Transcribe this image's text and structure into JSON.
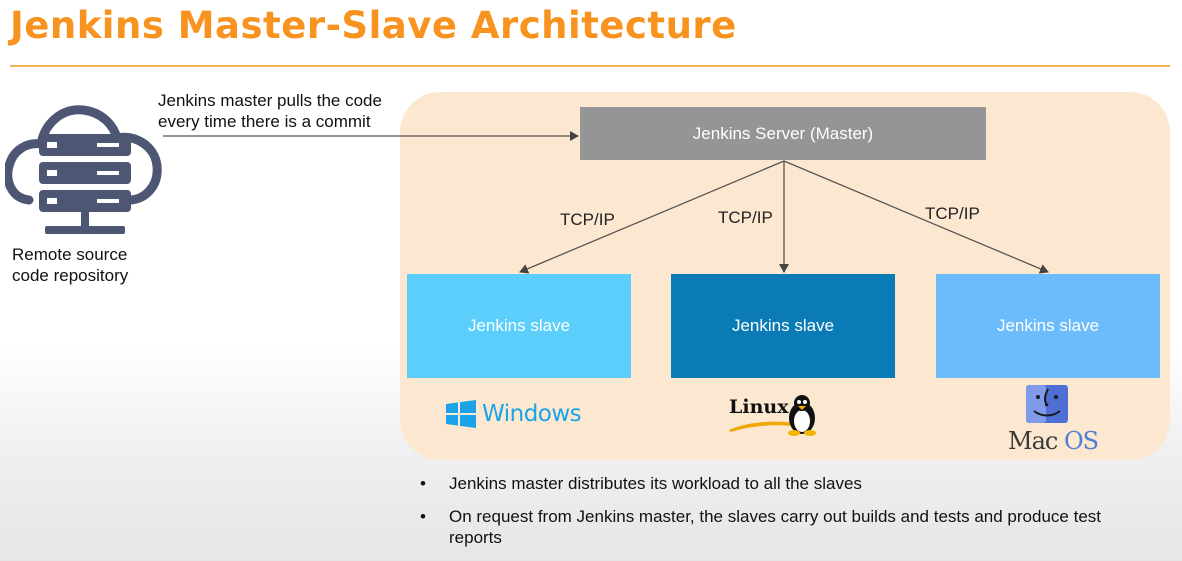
{
  "title": "Jenkins Master-Slave Architecture",
  "note": {
    "line1": "Jenkins master pulls the code",
    "line2": "every time there is a commit"
  },
  "repository": {
    "line1": "Remote source",
    "line2": "code repository",
    "icon": "cloud-server-icon"
  },
  "server": {
    "label": "Jenkins Server (Master)"
  },
  "connections": [
    "TCP/IP",
    "TCP/IP",
    "TCP/IP"
  ],
  "slaves": [
    {
      "label": "Jenkins slave",
      "color": "#5bcefc",
      "os": "Windows"
    },
    {
      "label": "Jenkins slave",
      "color": "#0b7bb6",
      "os": "Linux"
    },
    {
      "label": "Jenkins slave",
      "color": "#6cbcfc",
      "os": "Mac OS"
    }
  ],
  "os_logos": {
    "windows": "Windows",
    "linux": "Linux",
    "mac_part1": "Mac",
    "mac_part2": "OS"
  },
  "bullets": [
    "Jenkins master distributes its workload to all the slaves",
    "On request from Jenkins master, the slaves carry out builds and tests and produce test reports"
  ],
  "colors": {
    "title": "#f7931e",
    "panel": "#fce8d1",
    "server": "#959595",
    "rule": "#f2b555"
  }
}
